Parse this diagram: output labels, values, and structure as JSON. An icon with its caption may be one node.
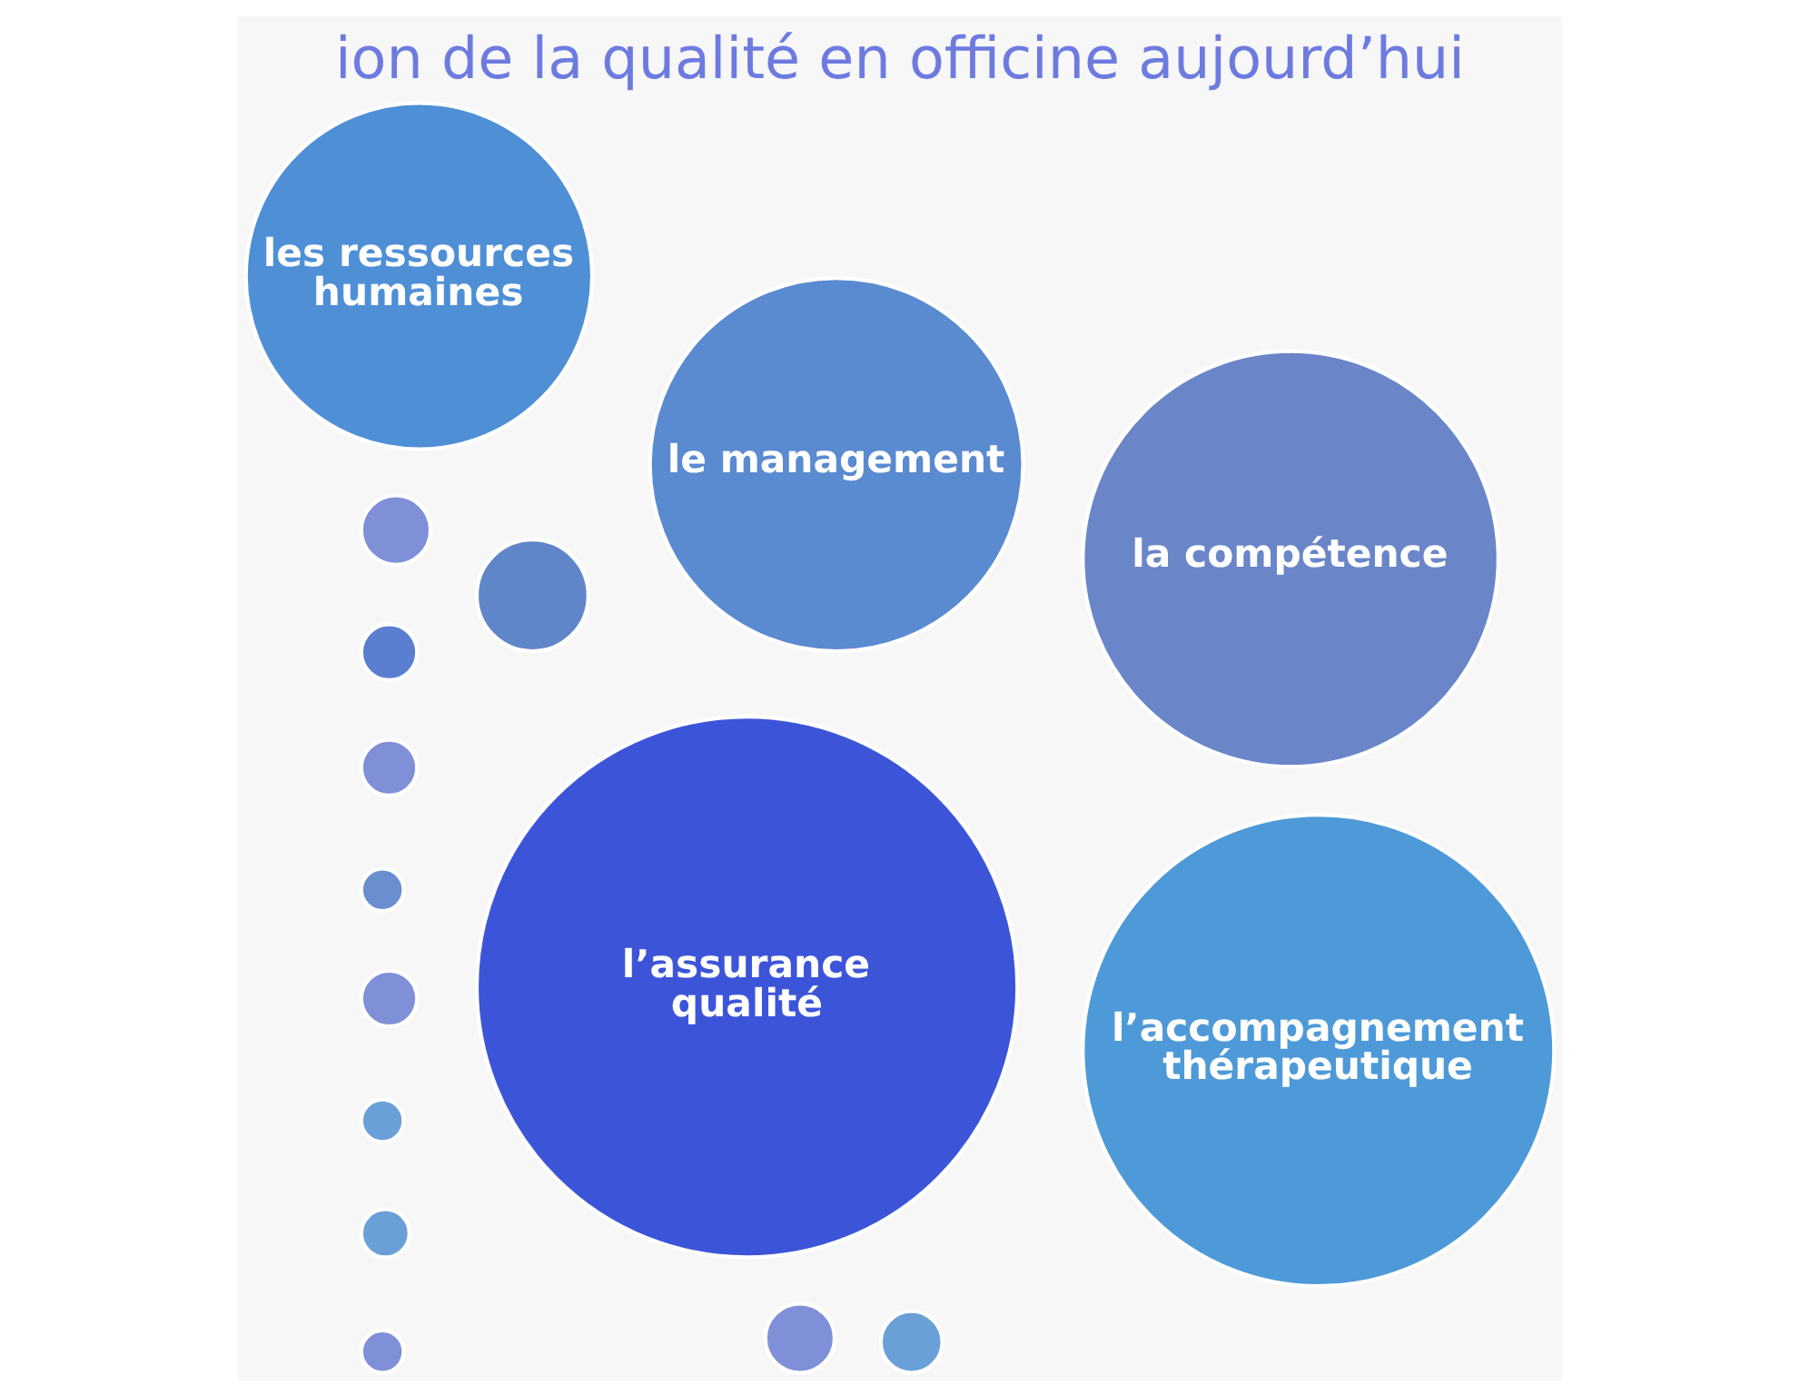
{
  "diagram": {
    "title": "ion de la qualité en officine aujourd’hui",
    "nodes": [
      {
        "text": [
          "la compétence"
        ]
      },
      {
        "text": [
          "l’assurance qualité"
        ]
      },
      {
        "text": [
          "le management"
        ]
      },
      {
        "text": [
          "les ressources humaines"
        ]
      },
      {
        "text": [
          "l’accompagnement thérapeutique"
        ]
      },
      {
        "text": [],
        "shape": "circle"
      },
      {
        "text": [],
        "shape": "circle"
      },
      {
        "text": [],
        "shape": "circle"
      },
      {
        "text": [],
        "shape": "circle"
      },
      {
        "text": [],
        "shape": "circle"
      },
      {
        "text": [],
        "shape": "circle"
      },
      {
        "text": [],
        "shape": "circle"
      },
      {
        "text": [],
        "shape": "circle"
      },
      {
        "text": [],
        "shape": "circle"
      },
      {
        "text": [],
        "shape": "circle"
      },
      {
        "text": [],
        "shape": "circle"
      }
    ],
    "edges": []
  }
}
